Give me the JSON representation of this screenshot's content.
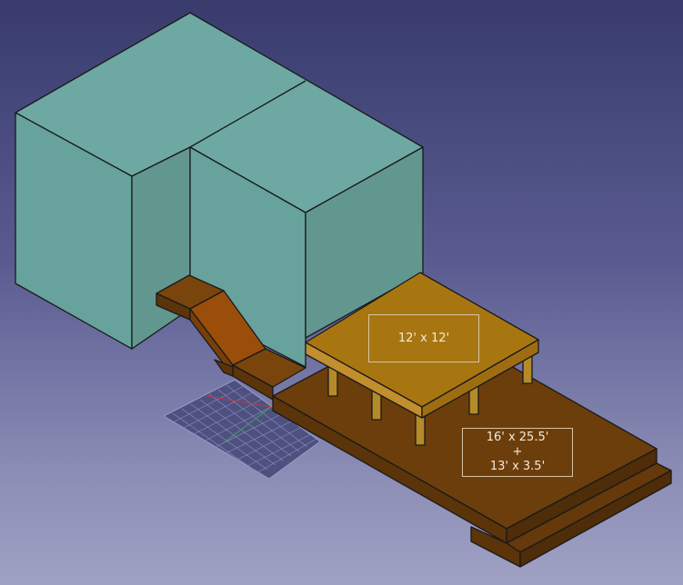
{
  "scene": {
    "labels": {
      "upper_deck": "12' x 12'",
      "lower_deck_line1": "16' x 25.5'",
      "lower_deck_line2": "+",
      "lower_deck_line3": "13' x 3.5'"
    },
    "colors": {
      "background_top": "#383b6c",
      "background_bottom": "#9fa1c4",
      "house": "#67a29c",
      "lower_deck": "#6c3e0c",
      "upper_deck": "#a87611",
      "ramp": "#9a4e0a"
    }
  }
}
